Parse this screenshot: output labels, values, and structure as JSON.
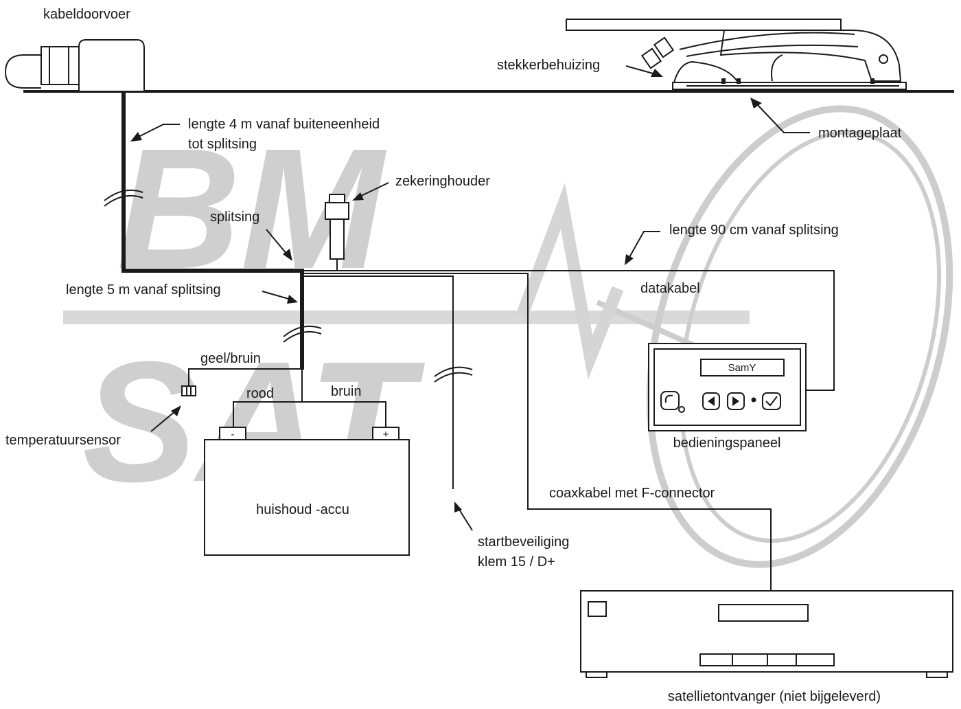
{
  "labels": {
    "kabeldoorvoer": "kabeldoorvoer",
    "stekkerbehuizing": "stekkerbehuizing",
    "montageplaat": "montageplaat",
    "lengte4m_line1": "lengte 4 m vanaf buiteneenheid",
    "lengte4m_line2": "tot splitsing",
    "zekeringhouder": "zekeringhouder",
    "splitsing": "splitsing",
    "lengte90cm": "lengte 90 cm vanaf splitsing",
    "lengte5m": "lengte 5 m vanaf splitsing",
    "datakabel": "datakabel",
    "geelbruin": "geel/bruin",
    "rood": "rood",
    "bruin": "bruin",
    "temperatuursensor": "temperatuursensor",
    "accu": "huishoud -accu",
    "terminal_minus": "-",
    "terminal_plus": "+",
    "bedieningspaneel": "bedieningspaneel",
    "panel_display": "SamY",
    "coaxkabel": "coaxkabel met F-connector",
    "startbeveiliging_line1": "startbeveiliging",
    "startbeveiliging_line2": "klem 15 / D+",
    "ontvanger": "satellietontvanger (niet bijgeleverd)"
  },
  "watermark": {
    "line1": "BM",
    "line2": "SAT"
  },
  "colors": {
    "line": "#1a1a1a",
    "watermark": "#cfcfcf",
    "background": "#ffffff"
  },
  "icons": {
    "panel_buttons": [
      "satellite-icon",
      "arrow-left-icon",
      "arrow-right-icon",
      "dot-icon",
      "checkmark-icon"
    ]
  }
}
